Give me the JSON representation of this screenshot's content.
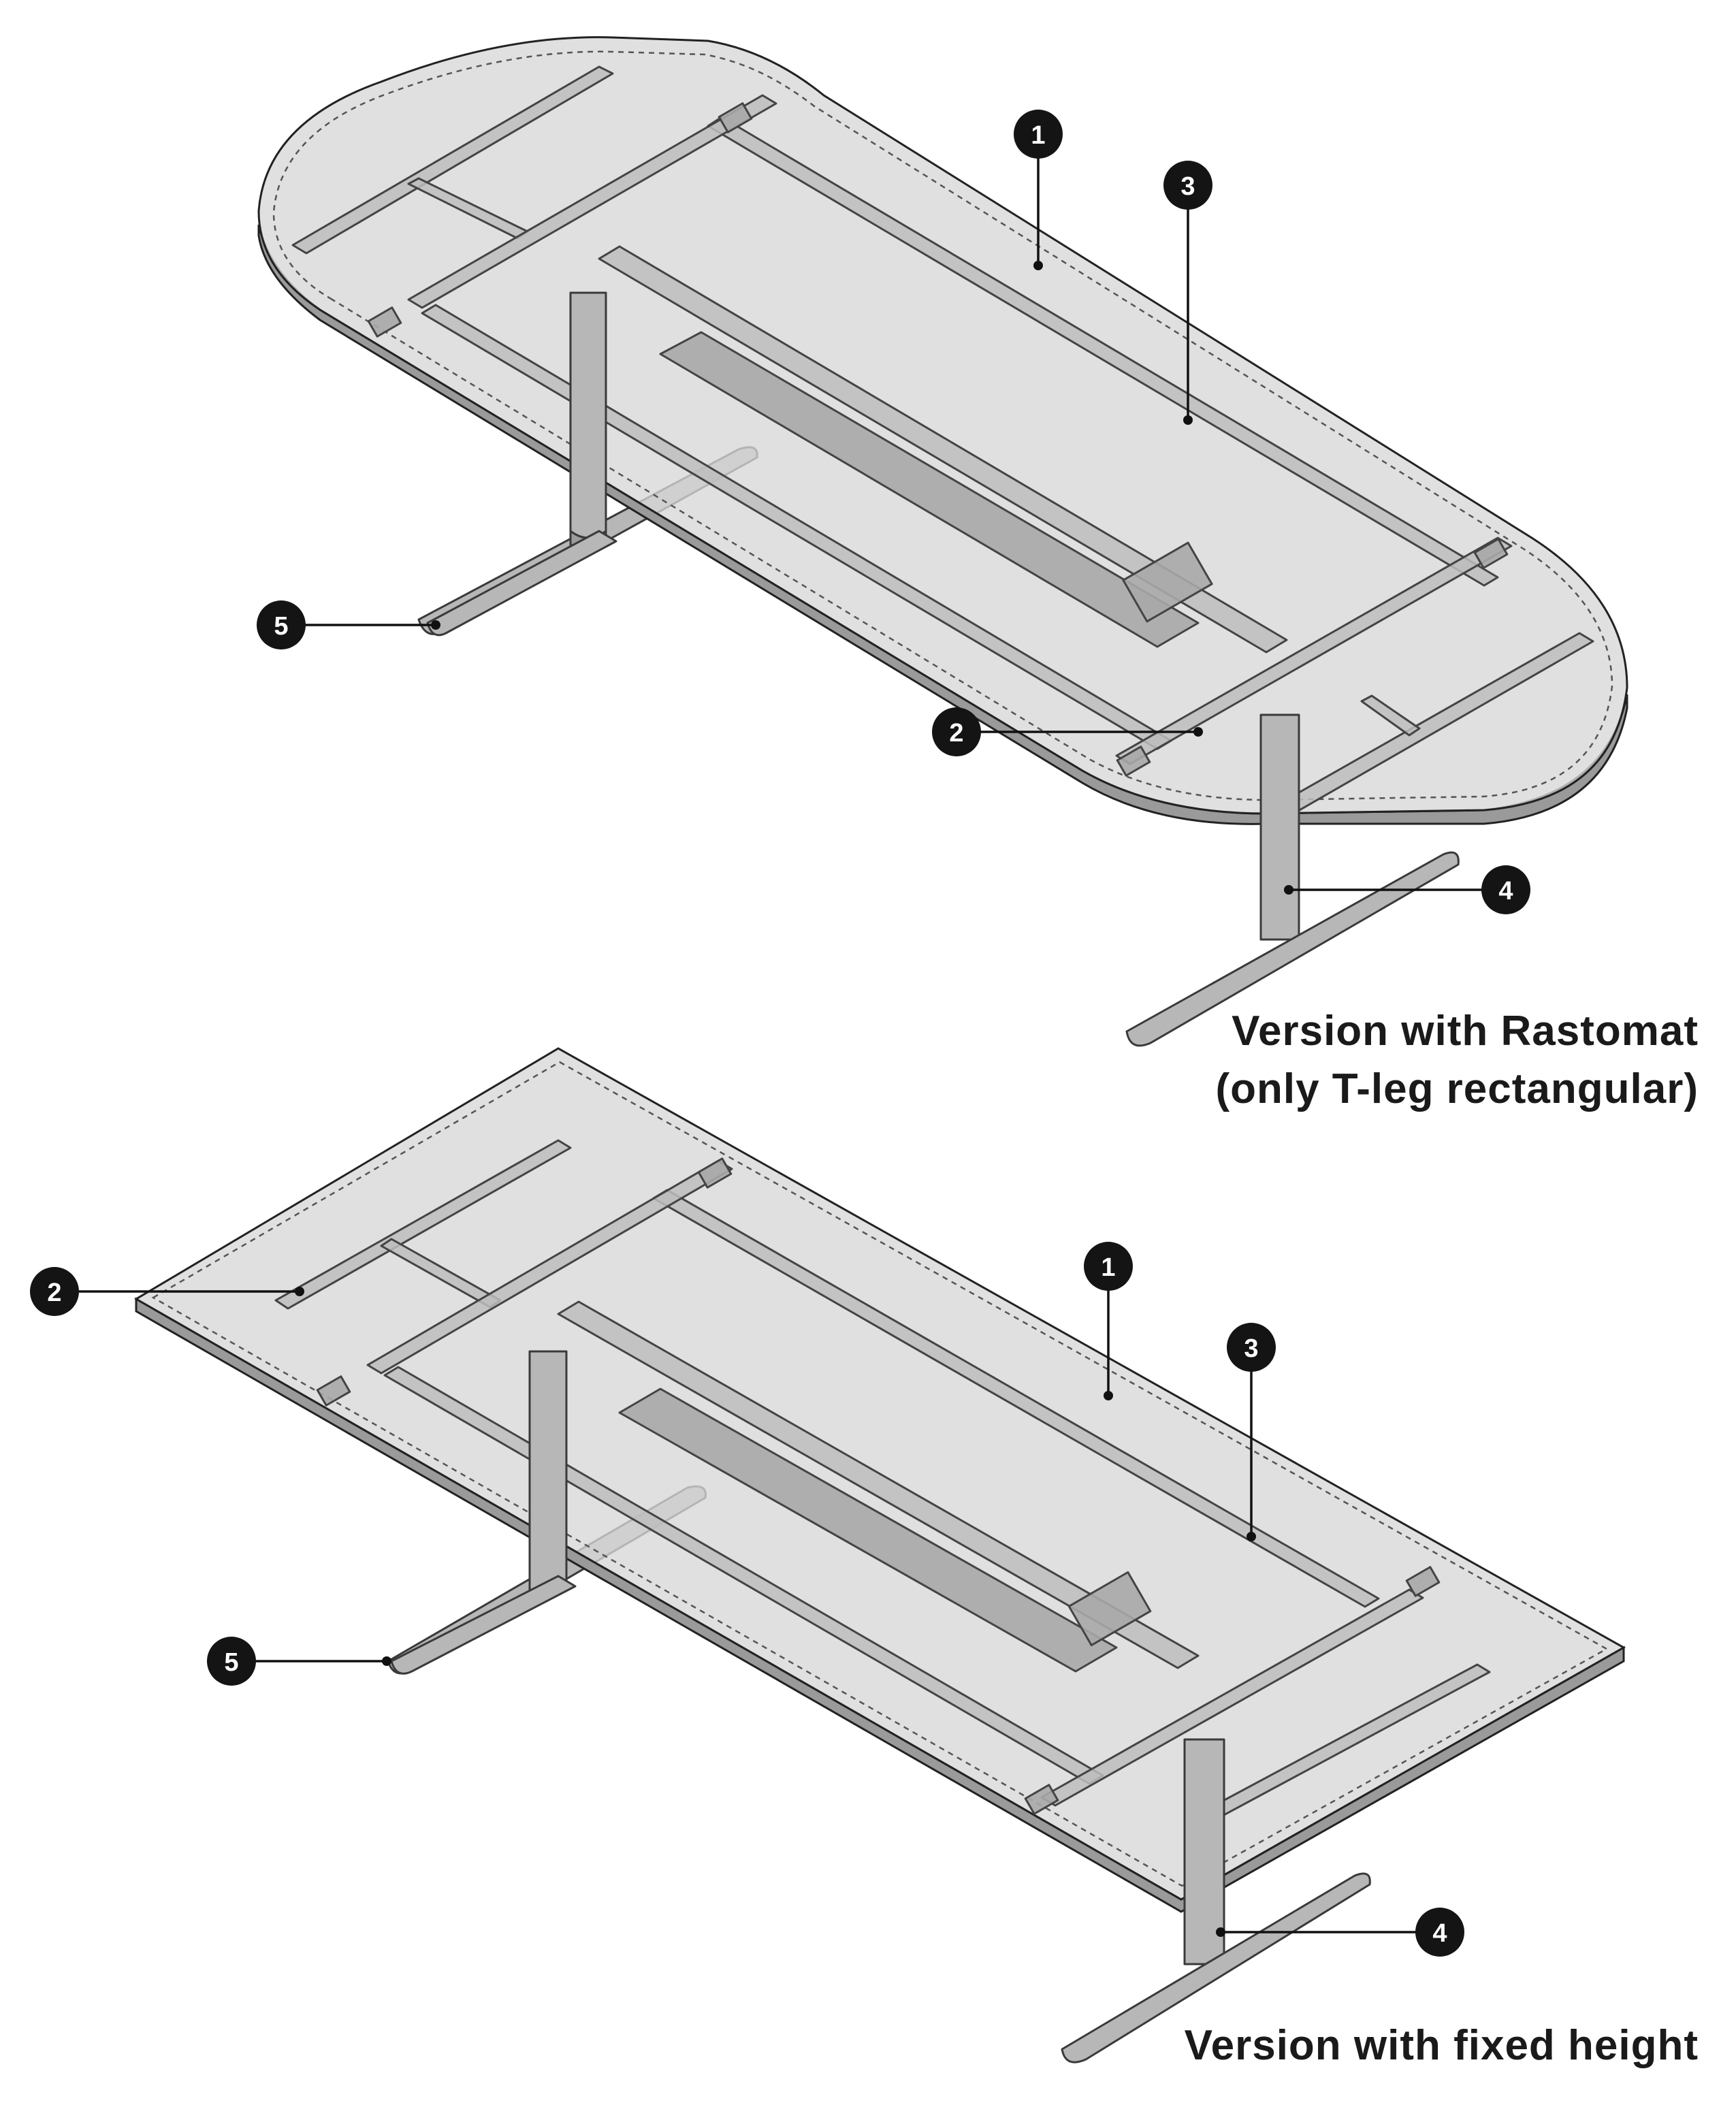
{
  "diagram_top": {
    "caption_line1": "Version with Rastomat",
    "caption_line2": "(only T-leg rectangular)",
    "callouts": [
      "1",
      "2",
      "3",
      "4",
      "5"
    ]
  },
  "diagram_bottom": {
    "caption": "Version with fixed height",
    "callouts": [
      "1",
      "2",
      "3",
      "4",
      "5"
    ]
  }
}
